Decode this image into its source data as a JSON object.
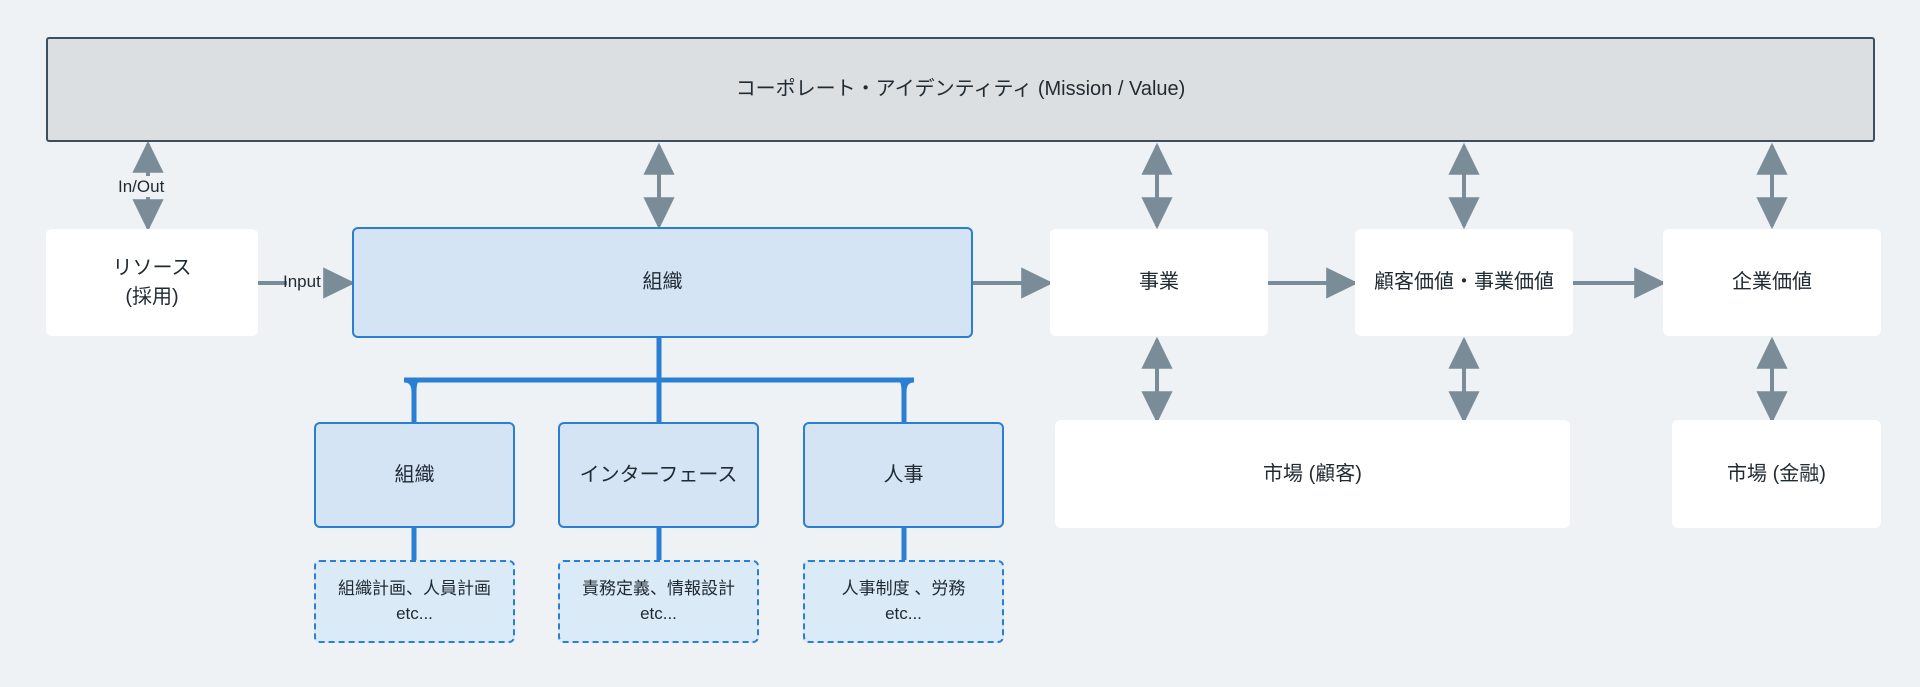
{
  "diagram": {
    "title_banner": {
      "label": "コーポレート・アイデンティティ (Mission / Value)"
    },
    "nodes": {
      "resource": {
        "label": "リソース\n(採用)"
      },
      "organization_main": {
        "label": "組織"
      },
      "business": {
        "label": "事業"
      },
      "customer_business_value": {
        "label": "顧客価値・事業価値"
      },
      "corporate_value": {
        "label": "企業価値"
      },
      "market_customer": {
        "label": "市場 (顧客)"
      },
      "market_finance": {
        "label": "市場 (金融)"
      },
      "sub_organization": {
        "label": "組織"
      },
      "sub_interface": {
        "label": "インターフェース"
      },
      "sub_hr": {
        "label": "人事"
      },
      "detail_organization": {
        "label": "組織計画、人員計画\netc..."
      },
      "detail_interface": {
        "label": "責務定義、情報設計\netc..."
      },
      "detail_hr": {
        "label": "人事制度 、労務\netc..."
      }
    },
    "edge_labels": {
      "in_out": "In/Out",
      "input": "Input"
    },
    "colors": {
      "background": "#eef2f5",
      "banner_fill": "#dcdfe2",
      "banner_stroke": "#3d4f5c",
      "blue_fill": "#d4e4f4",
      "blue_stroke": "#2a7fd4",
      "dashed_fill": "#dbeaf7",
      "white_fill": "#ffffff",
      "arrow_gray": "#7b8c99",
      "text": "#1f2a33"
    }
  }
}
